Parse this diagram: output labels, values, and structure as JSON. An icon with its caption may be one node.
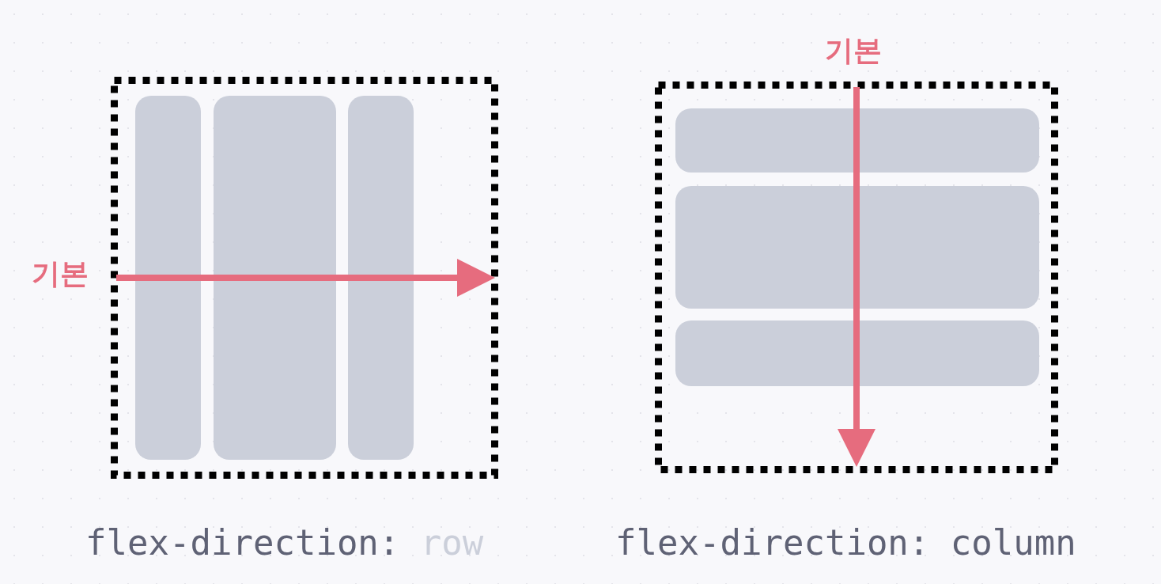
{
  "diagram": {
    "nodes": [
      {
        "text": [],
        "shape": "box"
      },
      {
        "text": [],
        "shape": "box",
        "in": 0
      },
      {
        "text": [],
        "shape": "box",
        "in": 0
      },
      {
        "text": [],
        "shape": "box",
        "in": 0
      },
      {
        "text": [],
        "shape": "box"
      },
      {
        "text": [],
        "shape": "box",
        "in": 4
      },
      {
        "text": [],
        "shape": "box",
        "in": 4
      },
      {
        "text": [],
        "shape": "box",
        "in": 4
      }
    ],
    "labels": [
      "기본",
      "기본",
      "flex-direction: row",
      "flex-direction: column"
    ]
  }
}
